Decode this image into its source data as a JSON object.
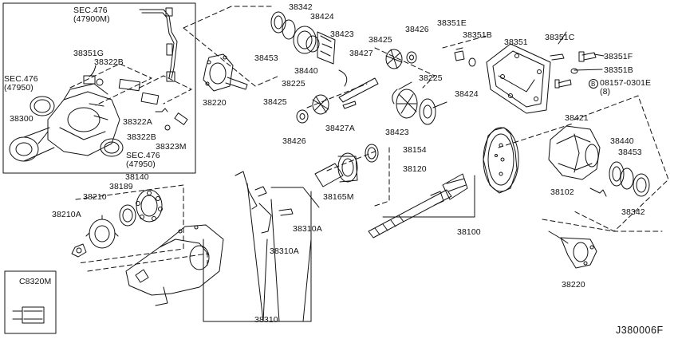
{
  "diagram_id": "J380006F",
  "inset_label": "C8320M",
  "labels": {
    "sec476_47900m": "SEC.476\n(47900M)",
    "sec476_47950_left": "SEC.476\n(47950)",
    "sec476_47950_bottom": "SEC.476\n(47950)",
    "p38351g": "38351G",
    "p38322b_top": "38322B",
    "p38300": "38300",
    "p38322a": "38322A",
    "p38322b_bottom": "38322B",
    "p38323m": "38323M",
    "p38342_top": "38342",
    "p38424_top": "38424",
    "p38423_top": "38423",
    "p38453_top": "38453",
    "p38440_top": "38440",
    "p38225_top": "38225",
    "p38220_top": "38220",
    "p38425_top": "38425",
    "p38426_top": "38426",
    "p38427": "38427",
    "p38425_mid": "38425",
    "p38426_mid": "38426",
    "p38427a": "38427A",
    "p38225_right": "38225",
    "p38424_right": "38424",
    "p38423_right": "38423",
    "p38351e": "38351E",
    "p38351b_top": "38351B",
    "p38351": "38351",
    "p38351c": "38351C",
    "p38351f": "38351F",
    "p38351b_right": "38351B",
    "bolt_circle": "B",
    "p08157": "08157-0301E\n(8)",
    "p38154": "38154",
    "p38120": "38120",
    "p38165m": "38165M",
    "p38100": "38100",
    "p38421": "38421",
    "p38440_right": "38440",
    "p38453_right": "38453",
    "p38102": "38102",
    "p38342_right": "38342",
    "p38220_right": "38220",
    "p38140": "38140",
    "p38189": "38189",
    "p38210": "38210",
    "p38210a": "38210A",
    "p38310a_top": "38310A",
    "p38310a_bottom": "38310A",
    "p38310": "38310"
  }
}
